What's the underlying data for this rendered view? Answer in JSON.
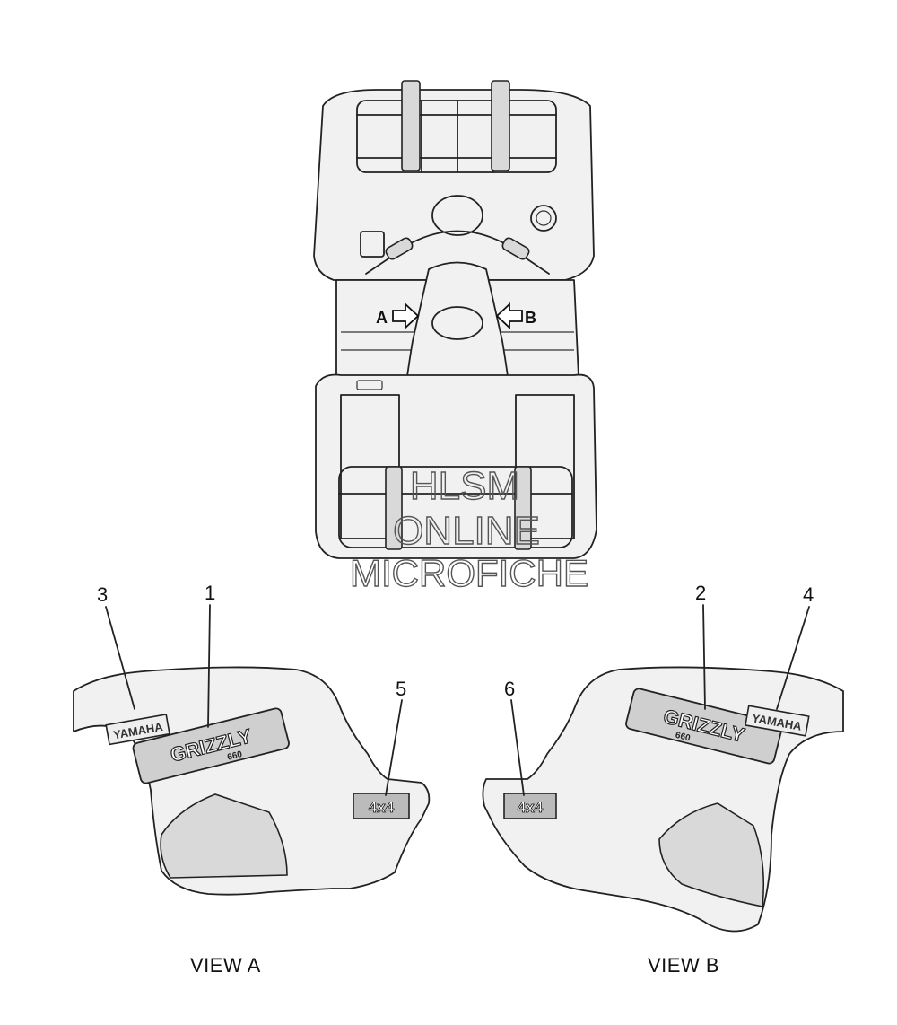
{
  "callouts": [
    {
      "id": "1",
      "text": "1"
    },
    {
      "id": "2",
      "text": "2"
    },
    {
      "id": "3",
      "text": "3"
    },
    {
      "id": "4",
      "text": "4"
    },
    {
      "id": "5",
      "text": "5"
    },
    {
      "id": "6",
      "text": "6"
    }
  ],
  "view_arrows": {
    "a": "A",
    "b": "B"
  },
  "views": {
    "a": "VIEW A",
    "b": "VIEW B"
  },
  "watermark": {
    "line1": "HLSM",
    "line2": "ONLINE",
    "line3": "MICROFICHE"
  },
  "decals": {
    "brand": "YAMAHA",
    "model": "GRIZZLY",
    "model_sub": "660",
    "drive": "4x4"
  }
}
